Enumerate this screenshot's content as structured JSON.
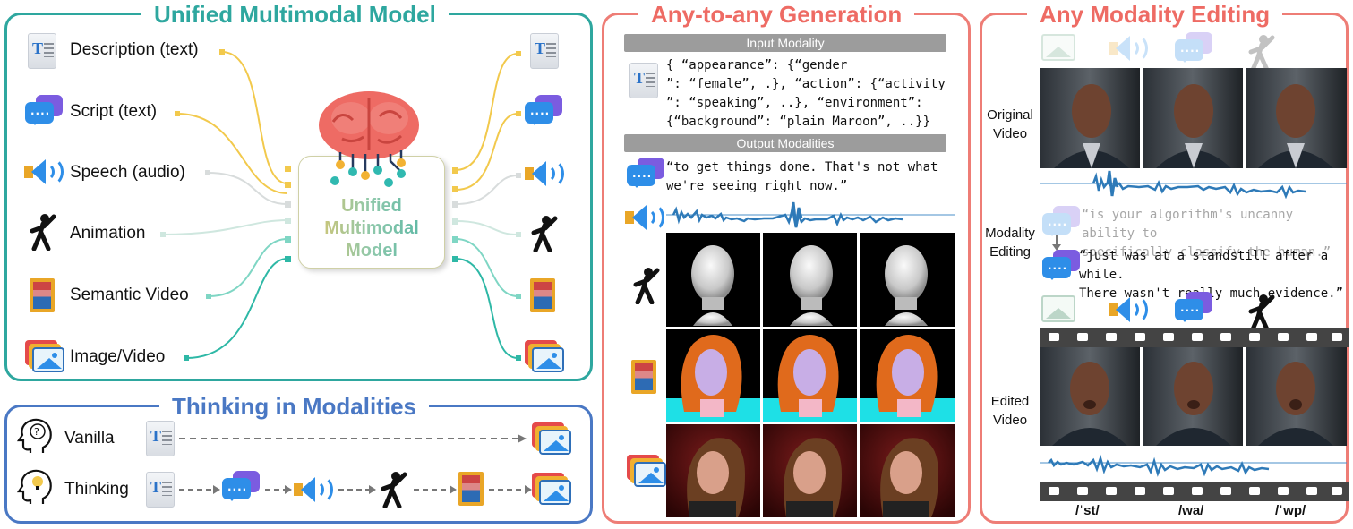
{
  "panels": {
    "unified": {
      "title": "Unified Multimodal Model",
      "center": [
        "Unified",
        "Multimodal",
        "Model"
      ],
      "inputs": [
        "Description (text)",
        "Script (text)",
        "Speech (audio)",
        "Animation",
        "Semantic Video",
        "Image/Video"
      ]
    },
    "thinking": {
      "title": "Thinking in Modalities",
      "rows": [
        "Vanilla",
        "Thinking"
      ]
    },
    "any": {
      "title": "Any-to-any Generation",
      "input_bar": "Input Modality",
      "output_bar": "Output Modalities",
      "json_lines": [
        "{ “appearance”: {“gender",
        "”: “female”, .}, “action”: {“activity",
        "”: “speaking”, ..}, “environment”:",
        "{“background”: “plain Maroon”, ..}}"
      ],
      "quote_lines": [
        "“to get things done. That's not what",
        "we're seeing right now.”"
      ]
    },
    "edit": {
      "title": "Any Modality Editing",
      "original_label": [
        "Original",
        "Video"
      ],
      "modality_label": [
        "Modality",
        "Editing"
      ],
      "edited_label": [
        "Edited",
        "Video"
      ],
      "old_quote": [
        "“is your algorithm's uncanny ability to",
        "specifically classify the human.”"
      ],
      "new_quote": [
        "“just was at a standstill after a while.",
        "There wasn't really much evidence.”"
      ],
      "phonemes": [
        "/ˈst/",
        "/wa/",
        "/ˈwp/"
      ]
    }
  },
  "colors": {
    "teal": "#2ea79f",
    "blue": "#4a78c4",
    "coral": "#ee6b64",
    "yellow_line": "#f2c94c",
    "grey_line": "#d8dcdc",
    "aqua_line": "#5ccbb8"
  }
}
